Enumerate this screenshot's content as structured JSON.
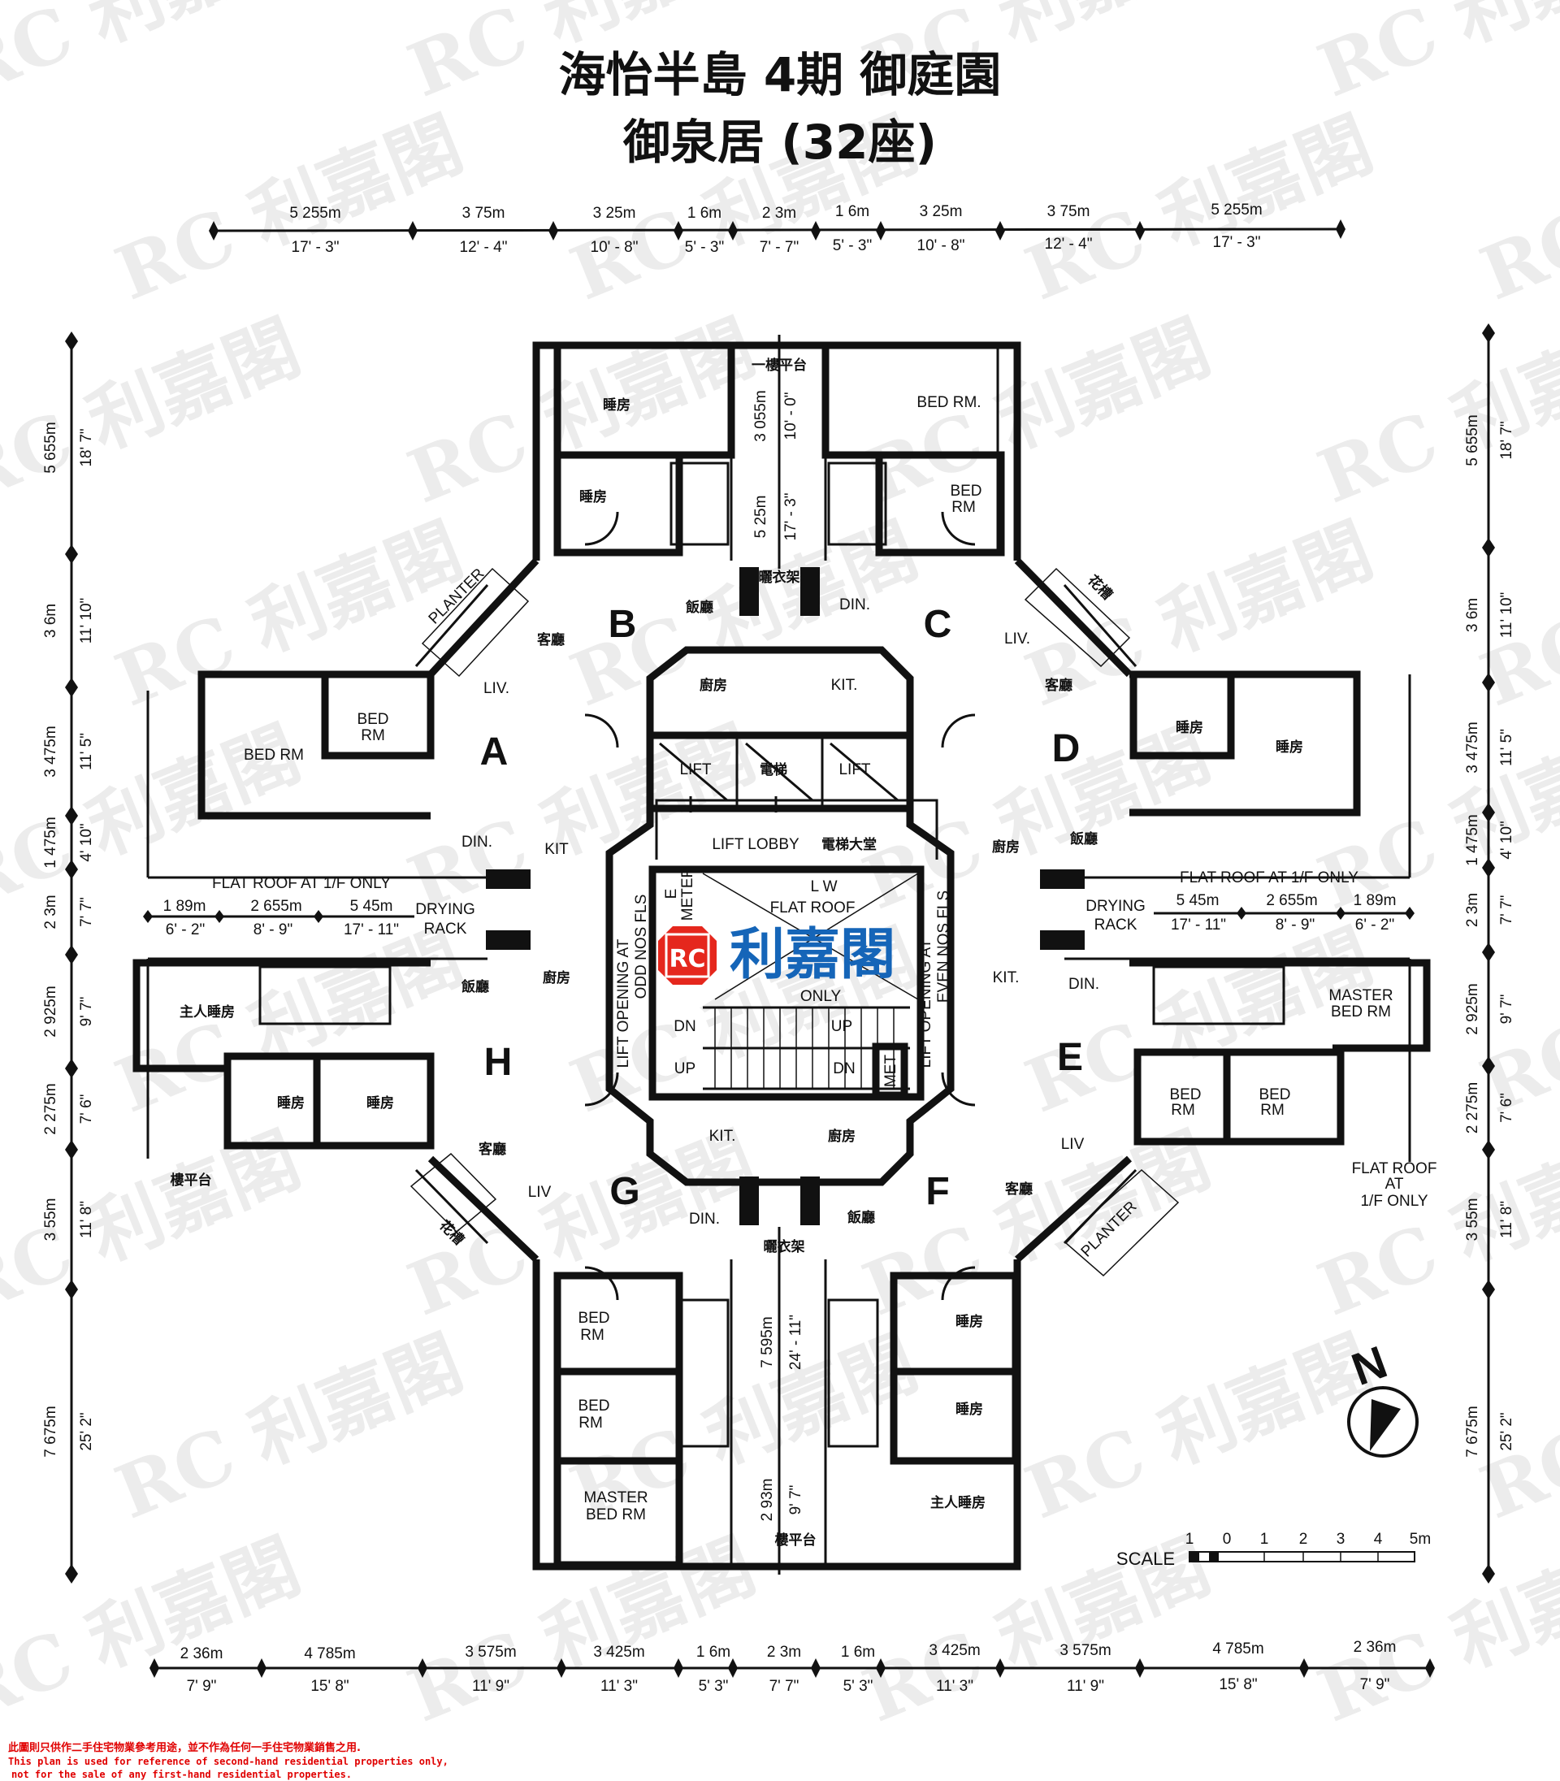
{
  "title": {
    "line1": "海怡半島 4期 御庭園",
    "line2": "御泉居 (32座)"
  },
  "watermark": {
    "text": "利嘉閣",
    "mark": "RC"
  },
  "dims": {
    "top": [
      {
        "m": "5 255m",
        "ft": "17' - 3\""
      },
      {
        "m": "3 75m",
        "ft": "12' - 4\""
      },
      {
        "m": "3 25m",
        "ft": "10' - 8\""
      },
      {
        "m": "1 6m",
        "ft": "5' - 3\""
      },
      {
        "m": "2 3m",
        "ft": "7' - 7\""
      },
      {
        "m": "1 6m",
        "ft": "5' - 3\""
      },
      {
        "m": "3 25m",
        "ft": "10' - 8\""
      },
      {
        "m": "3 75m",
        "ft": "12' - 4\""
      },
      {
        "m": "5 255m",
        "ft": "17' - 3\""
      }
    ],
    "bottom": [
      {
        "m": "2 36m",
        "ft": "7' 9\""
      },
      {
        "m": "4 785m",
        "ft": "15' 8\""
      },
      {
        "m": "3 575m",
        "ft": "11' 9\""
      },
      {
        "m": "3 425m",
        "ft": "11' 3\""
      },
      {
        "m": "1 6m",
        "ft": "5' 3\""
      },
      {
        "m": "2 3m",
        "ft": "7' 7\""
      },
      {
        "m": "1 6m",
        "ft": "5' 3\""
      },
      {
        "m": "3 425m",
        "ft": "11' 3\""
      },
      {
        "m": "3 575m",
        "ft": "11' 9\""
      },
      {
        "m": "4 785m",
        "ft": "15' 8\""
      },
      {
        "m": "2 36m",
        "ft": "7' 9\""
      }
    ],
    "side": [
      {
        "m": "5 655m",
        "ft": "18' 7\""
      },
      {
        "m": "3 6m",
        "ft": "11' 10\""
      },
      {
        "m": "3 475m",
        "ft": "11' 5\""
      },
      {
        "m": "1 475m",
        "ft": "4' 10\""
      },
      {
        "m": "2 3m",
        "ft": "7' 7\""
      },
      {
        "m": "2 925m",
        "ft": "9' 7\""
      },
      {
        "m": "2 275m",
        "ft": "7' 6\""
      },
      {
        "m": "3 55m",
        "ft": "11' 8\""
      },
      {
        "m": "7 675m",
        "ft": "25' 2\""
      }
    ],
    "top_corridor": [
      {
        "m": "3 055m",
        "ft": "10' - 0\""
      },
      {
        "m": "5 25m",
        "ft": "17' - 3\""
      }
    ],
    "bottom_corridor": [
      {
        "m": "7 595m",
        "ft": "24' - 11\""
      },
      {
        "m": "2 93m",
        "ft": "9' 7\""
      }
    ],
    "roof_left": [
      {
        "m": "1 89m",
        "ft": "6' - 2\""
      },
      {
        "m": "2 655m",
        "ft": "8' - 9\""
      },
      {
        "m": "5 45m",
        "ft": "17' - 11\""
      }
    ],
    "roof_right": [
      {
        "m": "5 45m",
        "ft": "17' - 11\""
      },
      {
        "m": "2 655m",
        "ft": "8' - 9\""
      },
      {
        "m": "1 89m",
        "ft": "6' - 2\""
      }
    ]
  },
  "flats": {
    "A": "A",
    "B": "B",
    "C": "C",
    "D": "D",
    "E": "E",
    "F": "F",
    "G": "G",
    "H": "H"
  },
  "labels": {
    "terrace_1f": "一樓平台",
    "terrace": "樓平台",
    "bedroom_cn": "睡房",
    "master_bedroom_cn": "主人睡房",
    "living_cn": "客廳",
    "dining_cn": "飯廳",
    "kitchen_cn": "廚房",
    "drying_rack_cn": "曬衣架",
    "lift_cn": "電梯",
    "planter_cn": "花槽",
    "bed_rm": "BED RM",
    "bed_rm_dot": "BED RM.",
    "bed": "BED",
    "rm": "RM",
    "master": "MASTER",
    "liv": "LIV.",
    "liv2": "LIV",
    "din": "DIN.",
    "kit": "KIT.",
    "kit2": "KIT",
    "planter": "PLANTER",
    "lift": "LIFT",
    "lift_lobby": "LIFT LOBBY",
    "lift_lobby_cn": "電梯大堂",
    "flat_roof": "FLAT ROOF AT 1/F ONLY",
    "flat_roof_a": "FLAT ROOF",
    "flat_roof_b": "AT",
    "flat_roof_c": "1/F ONLY",
    "drying": "DRYING",
    "rack": "RACK",
    "lift_odd_1": "LIFT OPENING AT",
    "lift_odd_2": "ODD NOS FLS",
    "lift_even_1": "LIFT OPENING AT",
    "lift_even_2": "EVEN NOS FLS",
    "e_meter_1": "E",
    "e_meter_2": "METER",
    "lw": "L W",
    "flat_roof_core_1": "FLAT ROOF",
    "flat_roof_core_2": "ONLY",
    "dn": "DN",
    "up": "UP",
    "met": "MET"
  },
  "compass": {
    "label": "N"
  },
  "scale": {
    "label": "SCALE",
    "ticks": [
      "1",
      "0",
      "1",
      "2",
      "3",
      "4",
      "5m"
    ]
  },
  "disclaimer": {
    "cn": "此圖則只供作二手住宅物業參考用途，並不作為任何一手住宅物業銷售之用.",
    "en1": "This plan is used for reference of second-hand residential properties only,",
    "en2": "not for the sale of any first-hand residential properties."
  },
  "colors": {
    "watermark_red": "#e5271d",
    "watermark_blue": "#1565b8",
    "disclaimer": "#e00000"
  }
}
